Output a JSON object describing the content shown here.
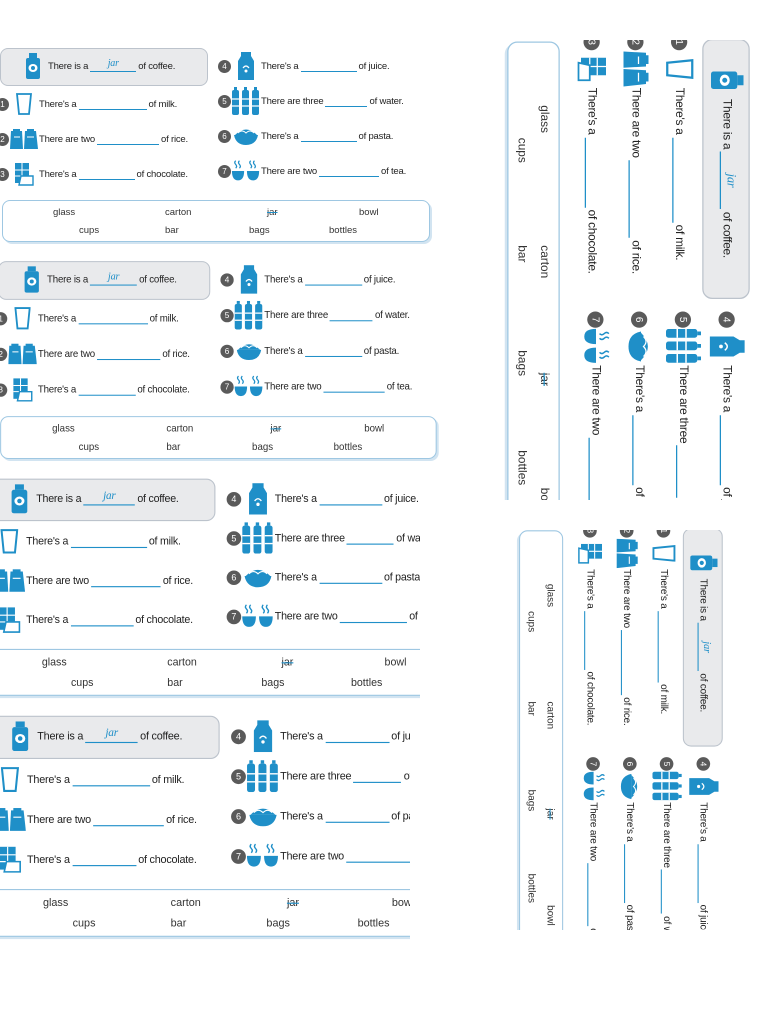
{
  "colors": {
    "accent": "#1f8fc8",
    "badge": "#5a5a5a",
    "example_bg": "#e9eaec"
  },
  "example": {
    "lead": "There is a",
    "answer": "jar",
    "tail": "of coffee.",
    "icon": "coffee-jar-icon"
  },
  "exercises": [
    {
      "n": "1",
      "lead": "There's a",
      "tail": "of milk.",
      "icon": "glass-icon"
    },
    {
      "n": "2",
      "lead": "There are two",
      "tail": "of rice.",
      "icon": "rice-bags-icon"
    },
    {
      "n": "3",
      "lead": "There's a",
      "tail": "of chocolate.",
      "icon": "chocolate-bar-icon"
    },
    {
      "n": "4",
      "lead": "There's a",
      "tail": "of juice.",
      "icon": "juice-carton-icon"
    },
    {
      "n": "5",
      "lead": "There are three",
      "tail": "of water.",
      "icon": "water-bottles-icon"
    },
    {
      "n": "6",
      "lead": "There's a",
      "tail": "of pasta.",
      "icon": "pasta-bowl-icon"
    },
    {
      "n": "7",
      "lead": "There are two",
      "tail": "of tea.",
      "icon": "tea-cups-icon"
    }
  ],
  "word_bank": {
    "row1": [
      "glass",
      "carton",
      "jar",
      "bowl"
    ],
    "row2": [
      "cups",
      "bar",
      "bags",
      "bottles"
    ],
    "struck": "jar"
  }
}
